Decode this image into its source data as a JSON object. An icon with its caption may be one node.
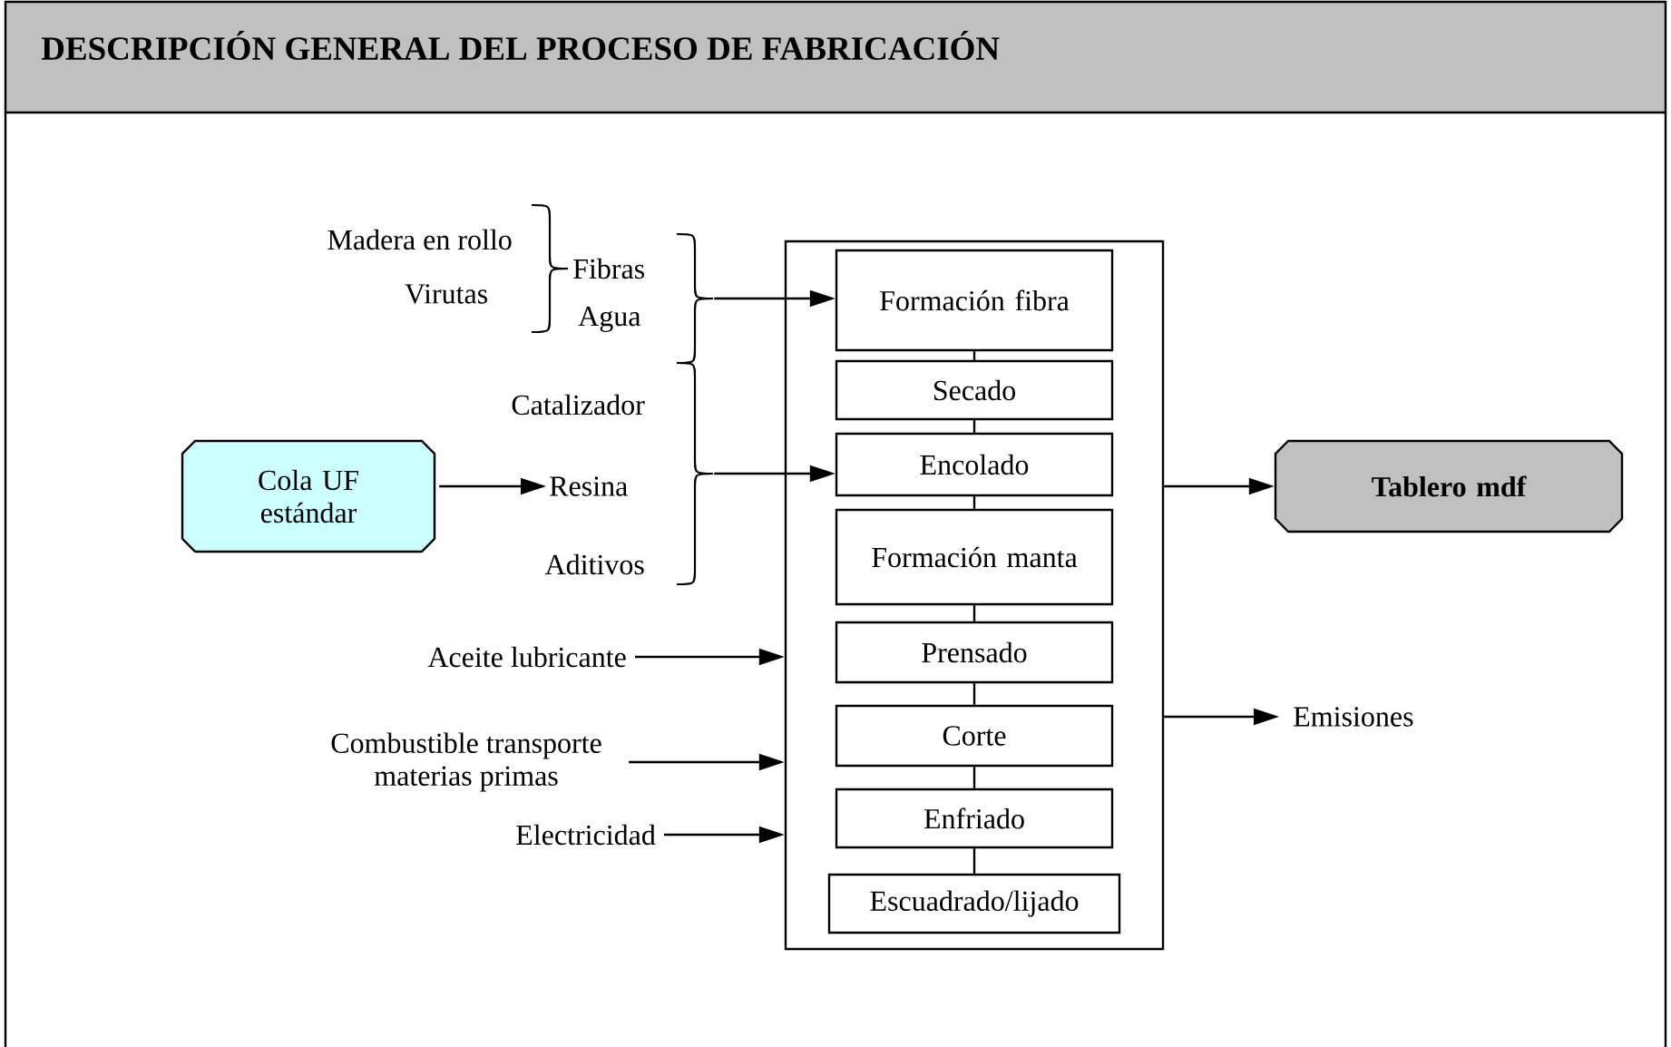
{
  "diagram": {
    "title": "DESCRIPCIÓN GENERAL DEL PROCESO DE FABRICACIÓN",
    "nodes": [
      {
        "text": [],
        "shape": "box"
      },
      {
        "text": [
          "Formación fibra"
        ],
        "in": 0
      },
      {
        "text": [
          "Secado"
        ],
        "in": 0
      },
      {
        "text": [
          "Encolado"
        ],
        "in": 0
      },
      {
        "text": [
          "Formación manta"
        ],
        "in": 0
      },
      {
        "text": [
          "Prensado"
        ],
        "in": 0
      },
      {
        "text": [
          "Corte"
        ],
        "in": 0
      },
      {
        "text": [
          "Enfriado"
        ],
        "in": 0
      },
      {
        "text": [
          "Escuadrado/lijado"
        ],
        "in": 0
      },
      {
        "text": [
          "Cola UF estándar"
        ]
      },
      {
        "text": [
          "Resina"
        ]
      },
      {
        "text": [
          "Aceite lubricante"
        ]
      },
      {
        "text": [
          "Combustible transporte materias primas"
        ]
      },
      {
        "text": [
          "Electricidad"
        ]
      },
      {
        "text": [
          "Tablero mdf"
        ]
      },
      {
        "text": [
          "Emisiones"
        ]
      },
      {
        "text": [],
        "shape": "brace"
      },
      {
        "text": [],
        "shape": "brace"
      }
    ],
    "edges": [
      {
        "from": 16,
        "to": 1,
        "arrow": "to"
      },
      {
        "from": 17,
        "to": 3,
        "arrow": "to"
      },
      {
        "from": 9,
        "to": 10,
        "arrow": "to"
      },
      {
        "from": 1,
        "to": 2,
        "arrow": "none"
      },
      {
        "from": 2,
        "to": 3,
        "arrow": "none"
      },
      {
        "from": 3,
        "to": 4,
        "arrow": "none"
      },
      {
        "from": 4,
        "to": 5,
        "arrow": "none"
      },
      {
        "from": 5,
        "to": 6,
        "arrow": "none"
      },
      {
        "from": 6,
        "to": 7,
        "arrow": "none"
      },
      {
        "from": 7,
        "to": 8,
        "arrow": "none"
      },
      {
        "from": 11,
        "to": 0,
        "arrow": "to"
      },
      {
        "from": 12,
        "to": 0,
        "arrow": "to"
      },
      {
        "from": 13,
        "to": 0,
        "arrow": "to"
      },
      {
        "from": 0,
        "to": 14,
        "arrow": "to"
      },
      {
        "from": 0,
        "to": 15,
        "arrow": "to"
      }
    ],
    "labels": [
      "Madera en rollo",
      "Virutas",
      "Fibras",
      "Agua",
      "Catalizador",
      "Aditivos"
    ]
  }
}
